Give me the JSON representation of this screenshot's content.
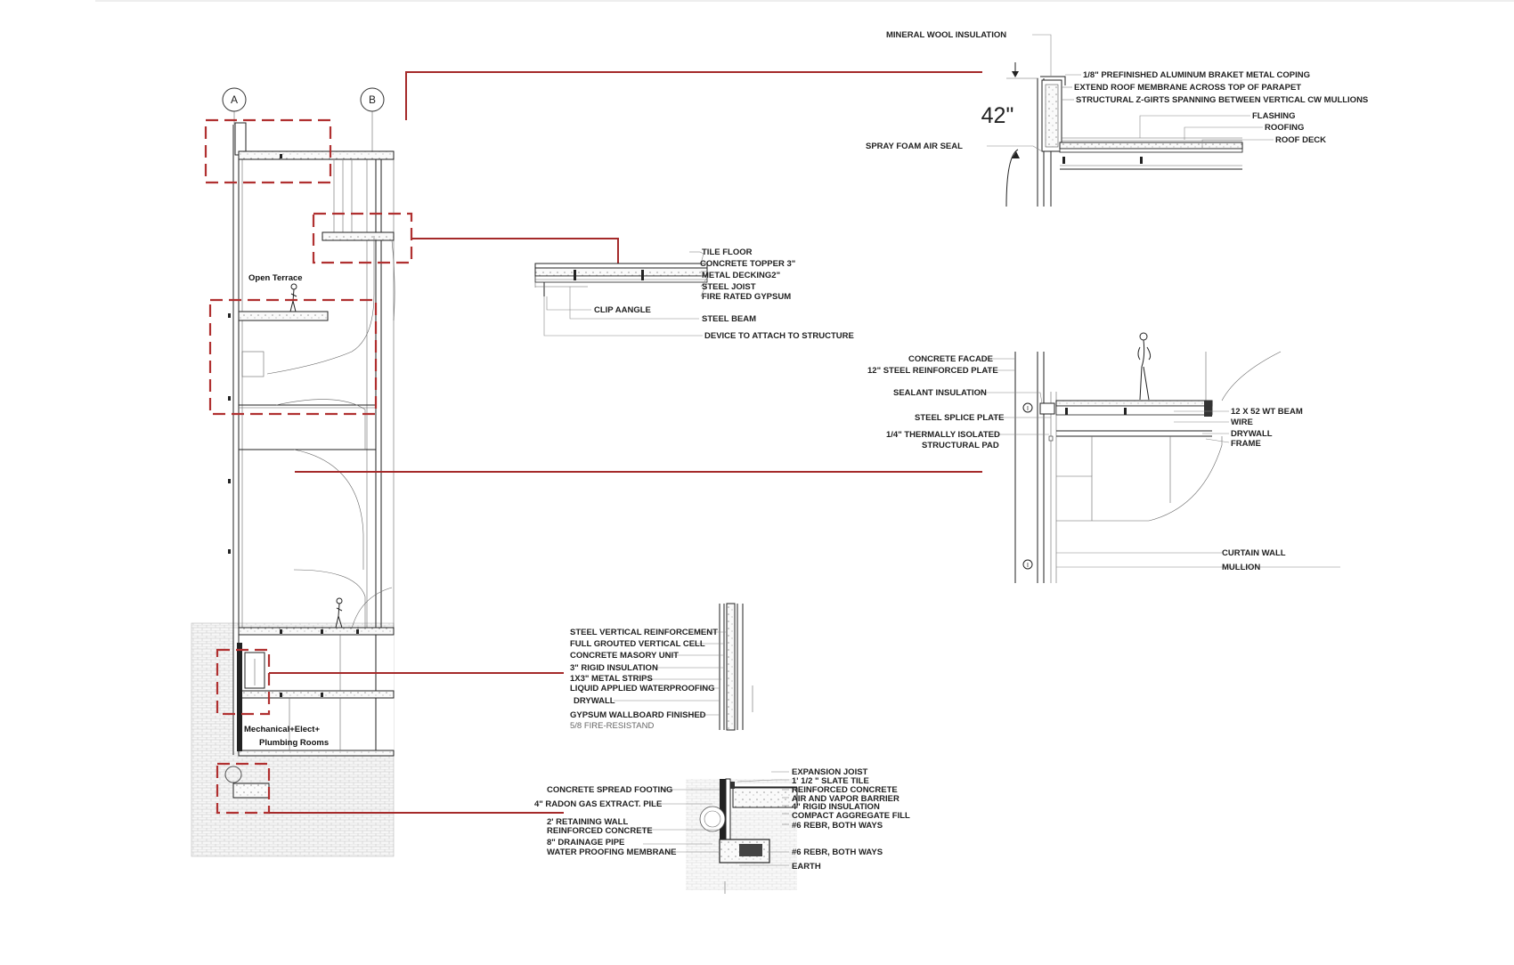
{
  "grid": {
    "a": "A",
    "b": "B"
  },
  "rooms": {
    "terrace": "Open Terrace",
    "mech_line1": "Mechanical+Elect+",
    "mech_line2": "Plumbing Rooms"
  },
  "parapet_detail": {
    "dimension": "42\"",
    "labels": {
      "mineral_wool": "MINERAL WOOL INSULATION",
      "coping": "1/8\" PREFINISHED ALUMINUM BRAKET METAL COPING",
      "membrane": "EXTEND ROOF MEMBRANE ACROSS TOP OF PARAPET",
      "zgirts": "STRUCTURAL Z-GIRTS SPANNING BETWEEN VERTICAL CW MULLIONS",
      "flashing": "FLASHING",
      "roofing": "ROOFING",
      "roof_deck": "ROOF DECK",
      "spray_foam": "SPRAY FOAM AIR SEAL"
    }
  },
  "floor_detail": {
    "labels": {
      "tile_floor": "TILE FLOOR",
      "topper": "CONCRETE TOPPER 3\"",
      "decking": "METAL DECKING2\"",
      "joist": "STEEL JOIST",
      "gypsum": "FIRE RATED GYPSUM",
      "clip": "CLIP AANGLE",
      "beam": "STEEL BEAM",
      "device": "DEVICE TO ATTACH TO STRUCTURE"
    }
  },
  "facade_detail": {
    "labels": {
      "facade": "CONCRETE FACADE",
      "plate": "12\" STEEL REINFORCED PLATE",
      "sealant": "SEALANT INSULATION",
      "splice": "STEEL SPLICE PLATE",
      "pad1": "1/4\" THERMALLY ISOLATED",
      "pad2": "STRUCTURAL PAD",
      "wt_beam": "12 X 52 WT BEAM",
      "wire": "WIRE",
      "drywall": "DRYWALL",
      "frame": "FRAME",
      "curtain": "CURTAIN WALL",
      "mullion": "MULLION"
    }
  },
  "basement_wall_detail": {
    "labels": {
      "vert_reinf": "STEEL VERTICAL REINFORCEMENT",
      "grouted": "FULL GROUTED VERTICAL CELL",
      "cmu": "CONCRETE MASORY UNIT",
      "rigid": "3\"  RIGID INSULATION",
      "strips": "1X3\" METAL STRIPS",
      "waterproof": "LIQUID APPLIED WATERPROOFING",
      "drywall": "DRYWALL",
      "gwb": "GYPSUM WALLBOARD FINISHED",
      "fire": "5/8 FIRE-RESISTAND"
    }
  },
  "footing_detail": {
    "labels": {
      "expansion": "EXPANSION JOIST",
      "slate": "1' 1/2 \" SLATE TILE",
      "reinf_conc": "REINFORCED CONCRETE",
      "vapor": "AIR AND VAPOR BARRIER",
      "rigid4": "4\" RIGID INSULATION",
      "aggregate": "COMPACT AGGREGATE FILL",
      "rebar1": "#6 REBR, BOTH WAYS",
      "spread": "CONCRETE SPREAD FOOTING",
      "radon": "4\" RADON GAS EXTRACT. PILE",
      "retaining": "2' RETAINING WALL",
      "reinf_conc2": "REINFORCED CONCRETE",
      "drain": "8\" DRAINAGE PIPE",
      "membrane": "WATER PROOFING MEMBRANE",
      "rebar2": "#6 REBR, BOTH WAYS",
      "earth": "EARTH"
    }
  },
  "colors": {
    "callout_red": "#a52a2a",
    "line": "#222222"
  }
}
